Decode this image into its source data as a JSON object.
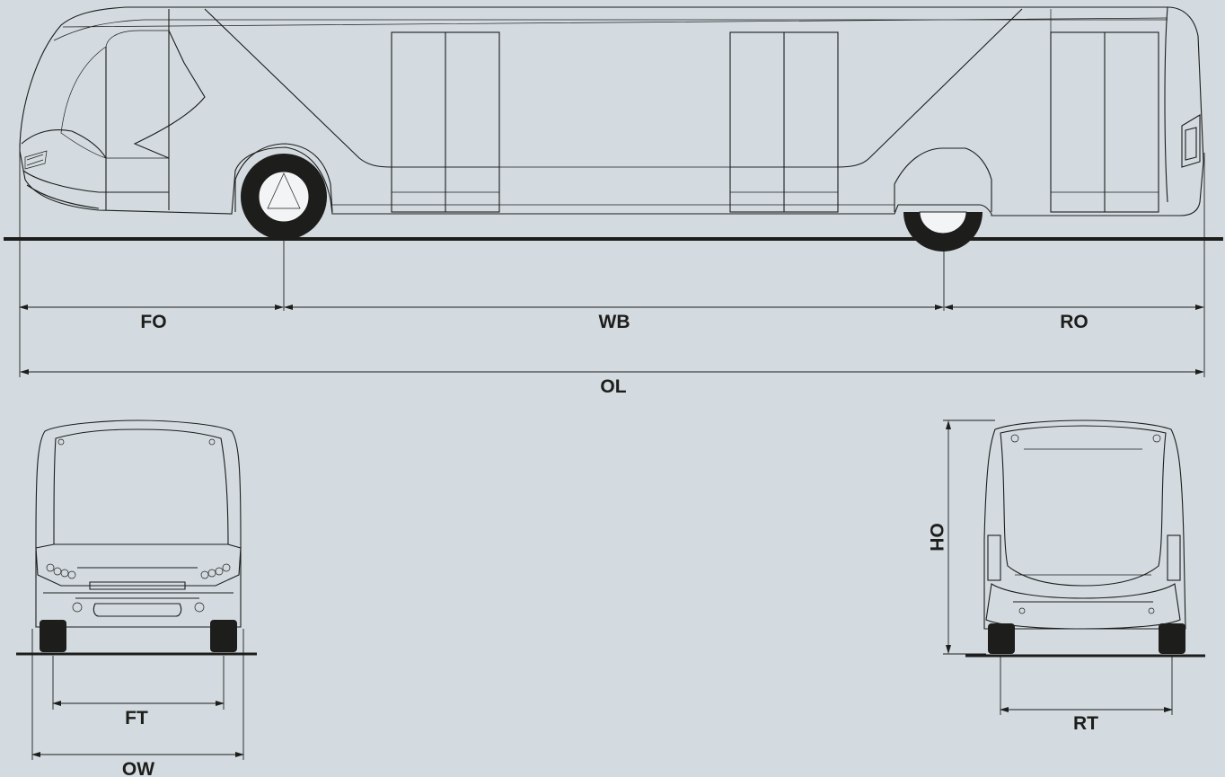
{
  "labels": {
    "front_overhang": "FO",
    "wheelbase": "WB",
    "rear_overhang": "RO",
    "overall_length": "OL",
    "front_track": "FT",
    "overall_width": "OW",
    "rear_track": "RT",
    "overall_height": "OH"
  },
  "colors": {
    "background": "#d3dbe0",
    "ink": "#1d1d1b"
  }
}
